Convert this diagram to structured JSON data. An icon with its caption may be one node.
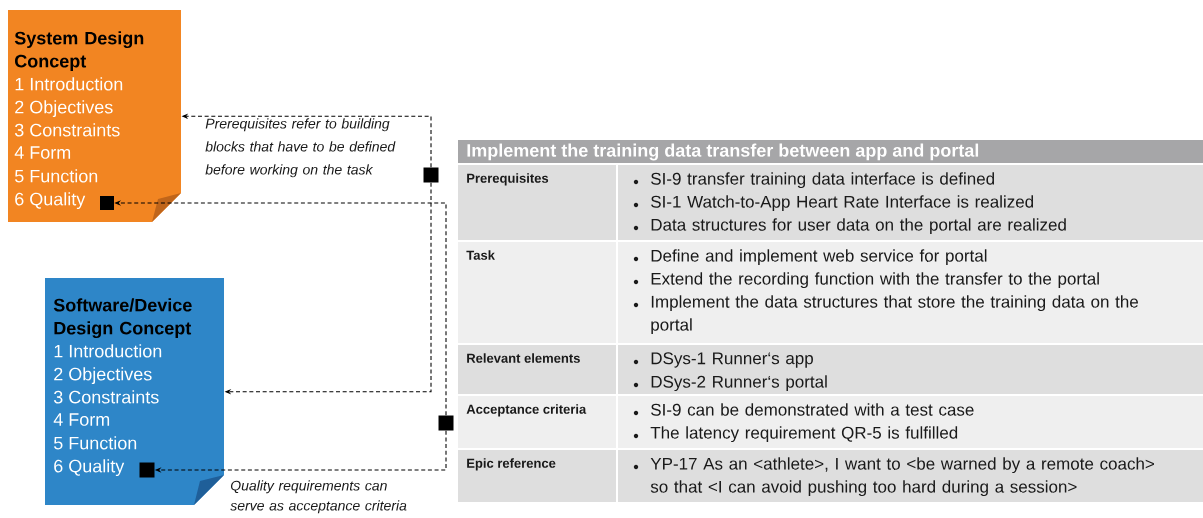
{
  "diagram": {
    "nodes": [
      {
        "text": [
          "System Design Concept",
          "1 Introduction",
          "2 Objectives",
          "3 Constraints",
          "4 Form",
          "5 Function",
          "6 Quality"
        ]
      },
      {
        "text": [],
        "shape": "box",
        "in": 0
      },
      {
        "text": [
          "Software/Device Design Concept",
          "1 Introduction",
          "2 Objectives",
          "3 Constraints",
          "4 Form",
          "5 Function",
          "6 Quality"
        ]
      },
      {
        "text": [],
        "shape": "box",
        "in": 2
      },
      {
        "text": [],
        "shape": "box"
      },
      {
        "text": [],
        "shape": "box"
      }
    ],
    "edges": [
      {
        "from": 4,
        "to": 0,
        "arrow": "to",
        "style": "dashed"
      },
      {
        "from": 4,
        "to": 2,
        "arrow": "to",
        "style": "dashed"
      },
      {
        "from": 5,
        "to": 1,
        "arrow": "to",
        "style": "dashed"
      },
      {
        "from": 5,
        "to": 3,
        "arrow": "to",
        "style": "dashed"
      }
    ],
    "labels": [
      "Prerequisites refer to building blocks that have to be defined before working on the task",
      "Implement the training data transfer between app and portal",
      "Prerequisites",
      "SI-9 transfer training data interface is defined",
      "SI-1 Watch-to-App Heart Rate Interface is realized",
      "Data structures for user data on the portal are realized",
      "Task",
      "Define and implement web service for portal",
      "Extend the recording function with the transfer to the portal",
      "Implement the data structures that store the training data on the portal",
      "Relevant elements",
      "DSys-1 Runner‘s app",
      "DSys-2 Runner‘s portal",
      "Acceptance criteria",
      "SI-9 can be demonstrated with a test case",
      "The latency requirement QR-5 is fulfilled",
      "Epic reference",
      "YP-17 As an <athlete>, I want to <be warned by a remote coach> so that <I can avoid pushing too hard during a session>",
      "Quality requirements can serve as acceptance criteria"
    ]
  }
}
